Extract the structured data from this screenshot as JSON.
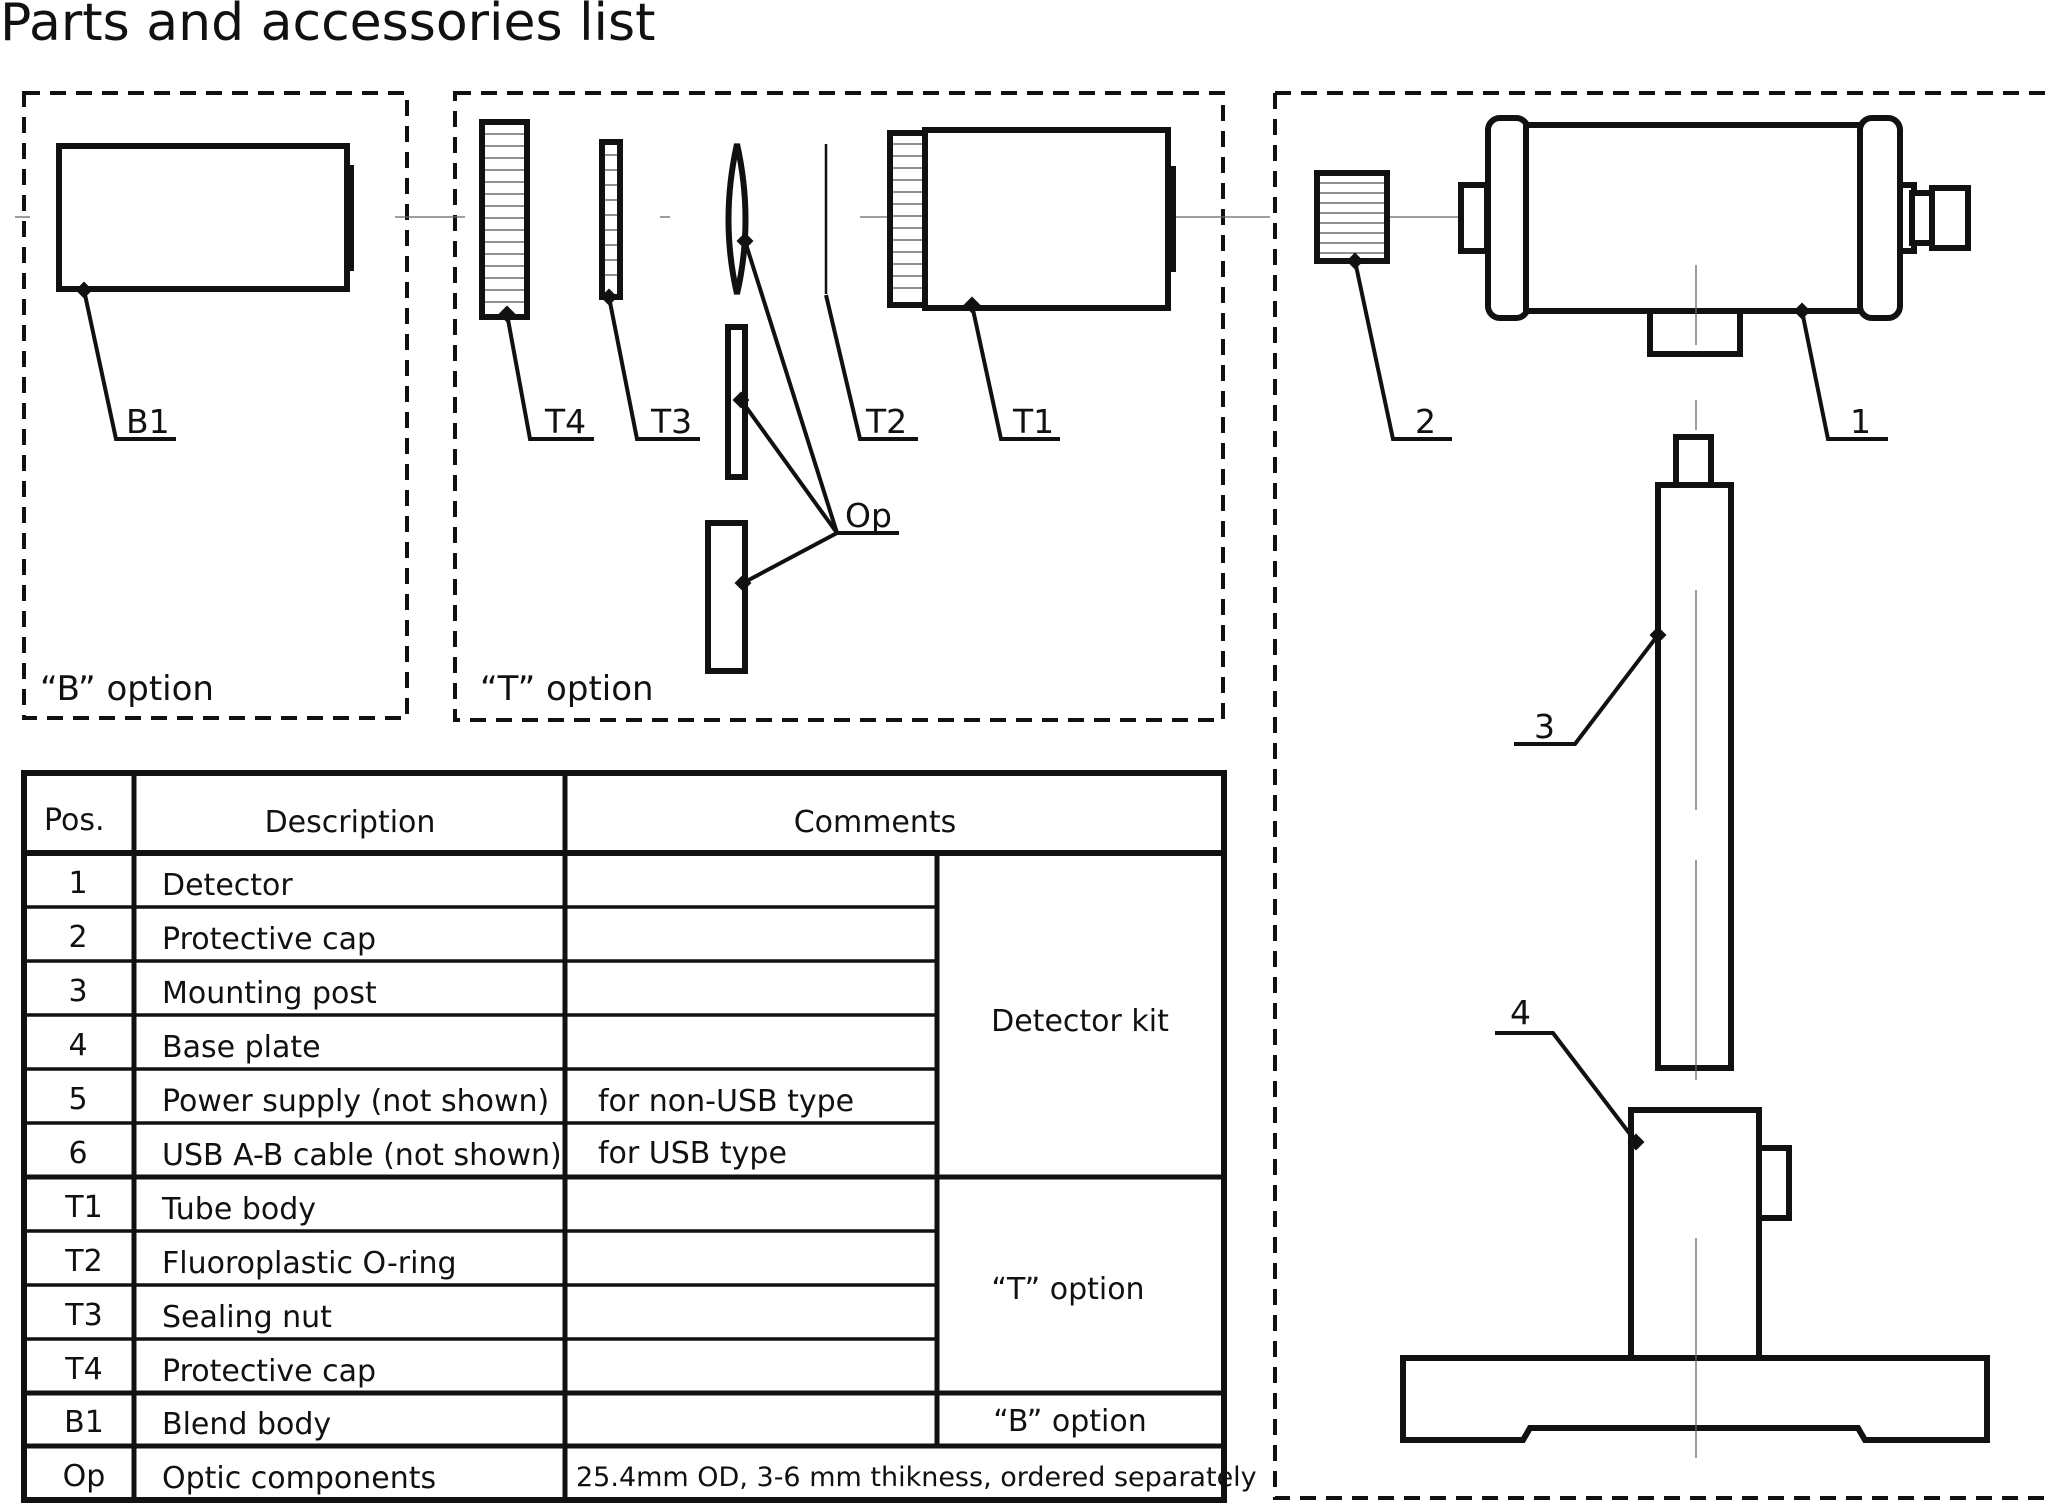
{
  "title": "Parts and accessories list",
  "panels": {
    "b_option": "“B” option",
    "t_option": "“T” option"
  },
  "callouts": {
    "b1": "B1",
    "t4": "T4",
    "t3": "T3",
    "t2": "T2",
    "t1": "T1",
    "op": "Op",
    "p1": "1",
    "p2": "2",
    "p3": "3",
    "p4": "4"
  },
  "table": {
    "headers": {
      "pos": "Pos.",
      "description": "Description",
      "comments": "Comments"
    },
    "rows": [
      {
        "pos": "1",
        "description": "Detector",
        "comment": ""
      },
      {
        "pos": "2",
        "description": "Protective cap",
        "comment": ""
      },
      {
        "pos": "3",
        "description": "Mounting post",
        "comment": ""
      },
      {
        "pos": "4",
        "description": "Base plate",
        "comment": ""
      },
      {
        "pos": "5",
        "description": "Power supply (not shown)",
        "comment": "for non-USB type"
      },
      {
        "pos": "6",
        "description": "USB A-B cable (not shown)",
        "comment": "for USB type"
      },
      {
        "pos": "T1",
        "description": "Tube body",
        "comment": ""
      },
      {
        "pos": "T2",
        "description": "Fluoroplastic O-ring",
        "comment": ""
      },
      {
        "pos": "T3",
        "description": "Sealing nut",
        "comment": ""
      },
      {
        "pos": "T4",
        "description": "Protective cap",
        "comment": ""
      },
      {
        "pos": "B1",
        "description": "Blend body",
        "comment": ""
      },
      {
        "pos": "Op",
        "description": "Optic components",
        "comment": "25.4mm OD, 3-6 mm thikness, ordered separately"
      }
    ],
    "groups": {
      "detector_kit": "Detector kit",
      "t_option": "“T” option",
      "b_option": "“B” option"
    }
  }
}
